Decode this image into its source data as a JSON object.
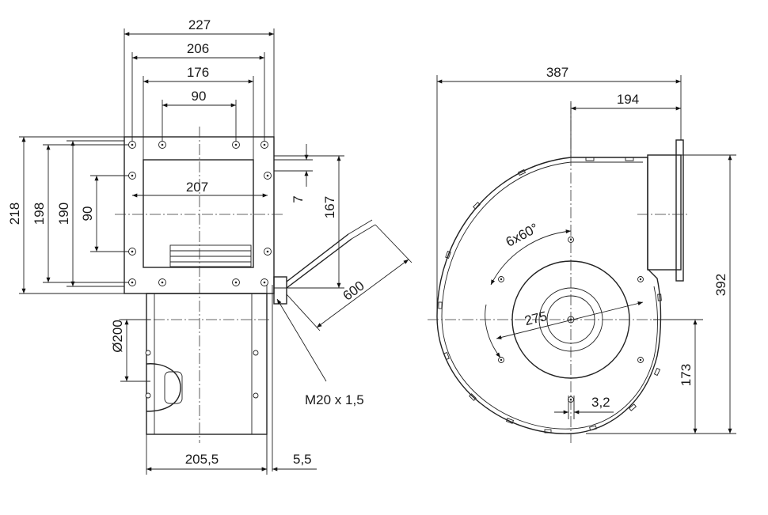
{
  "dimensions": {
    "front": {
      "width_227": "227",
      "width_206": "206",
      "width_176": "176",
      "width_90_top": "90",
      "width_207": "207",
      "height_218": "218",
      "height_198": "198",
      "height_190": "190",
      "height_90_left": "90",
      "height_7": "7",
      "height_167": "167",
      "cable_600": "600",
      "thread": "M20 x 1,5",
      "inlet_diameter": "Ø200",
      "depth_205_5": "205,5",
      "offset_5_5": "5,5"
    },
    "side": {
      "width_387": "387",
      "width_194": "194",
      "holes": "6x60°",
      "bolt_circle": "275",
      "height_392": "392",
      "height_173": "173",
      "hole_3_2": "3,2"
    }
  }
}
